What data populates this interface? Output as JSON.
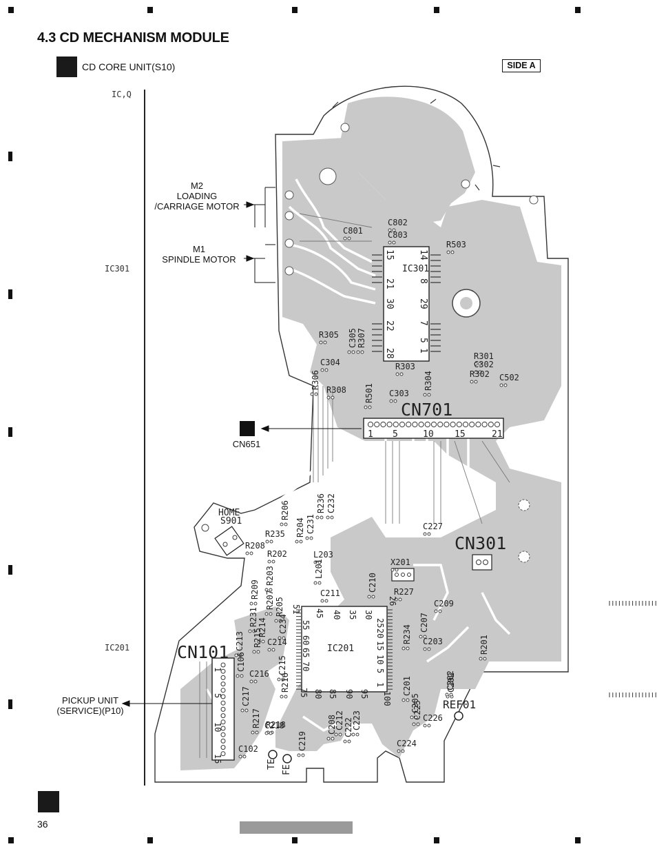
{
  "page": {
    "title": "4.3 CD MECHANISM MODULE",
    "unit_label": "CD CORE UNIT(S10)",
    "side_label": "SIDE A",
    "page_number": "36"
  },
  "left_refs": [
    "IC,Q",
    "IC301",
    "IC201"
  ],
  "callouts": {
    "m2": [
      "M2",
      "LOADING",
      "/CARRIAGE MOTOR"
    ],
    "m1": [
      "M1",
      "SPINDLE MOTOR"
    ],
    "cn651": "CN651",
    "pickup": [
      "PICKUP UNIT",
      "(SERVICE)(P10)"
    ]
  },
  "board": {
    "connectors": {
      "cn701": "CN701",
      "cn701_pins": [
        "1",
        "5",
        "10",
        "15",
        "21"
      ],
      "cn301": "CN301",
      "cn101": "CN101",
      "cn101_pins": [
        "1",
        "5",
        "10",
        "15"
      ]
    },
    "ics": {
      "ic301": "IC301",
      "ic301_pins": [
        "15",
        "14",
        "21",
        "8",
        "30",
        "29",
        "22",
        "7",
        "28",
        "1",
        "5"
      ],
      "ic201": "IC201",
      "ic201_pins": [
        "51",
        "45",
        "40",
        "35",
        "30",
        "26",
        "55",
        "60",
        "65",
        "70",
        "75",
        "80",
        "85",
        "90",
        "95",
        "100",
        "1",
        "5",
        "10",
        "15",
        "20",
        "25"
      ]
    },
    "home_switch": [
      "HOME",
      "S901"
    ],
    "components": [
      "C801",
      "C802",
      "C803",
      "R503",
      "R305",
      "C305",
      "R307",
      "C304",
      "R306",
      "R308",
      "R501",
      "C303",
      "R303",
      "R304",
      "R301",
      "C302",
      "R302",
      "C502",
      "R206",
      "R236",
      "C232",
      "C231",
      "R204",
      "R235",
      "R208",
      "R202",
      "L203",
      "R209",
      "R203",
      "L201",
      "C227",
      "X201",
      "R227",
      "C210",
      "C211",
      "C209",
      "R231",
      "R207",
      "R205",
      "C213",
      "R215",
      "R214",
      "C214",
      "C215",
      "C106",
      "C216",
      "C217",
      "R216",
      "R217",
      "R218",
      "C218",
      "C219",
      "C102",
      "C234",
      "C207",
      "R234",
      "C203",
      "R201",
      "C202",
      "C201",
      "C205",
      "C225",
      "C226",
      "C224",
      "C223",
      "C222",
      "C208",
      "C212",
      "C202"
    ],
    "test_points": [
      "REF01",
      "TE",
      "FE"
    ]
  }
}
